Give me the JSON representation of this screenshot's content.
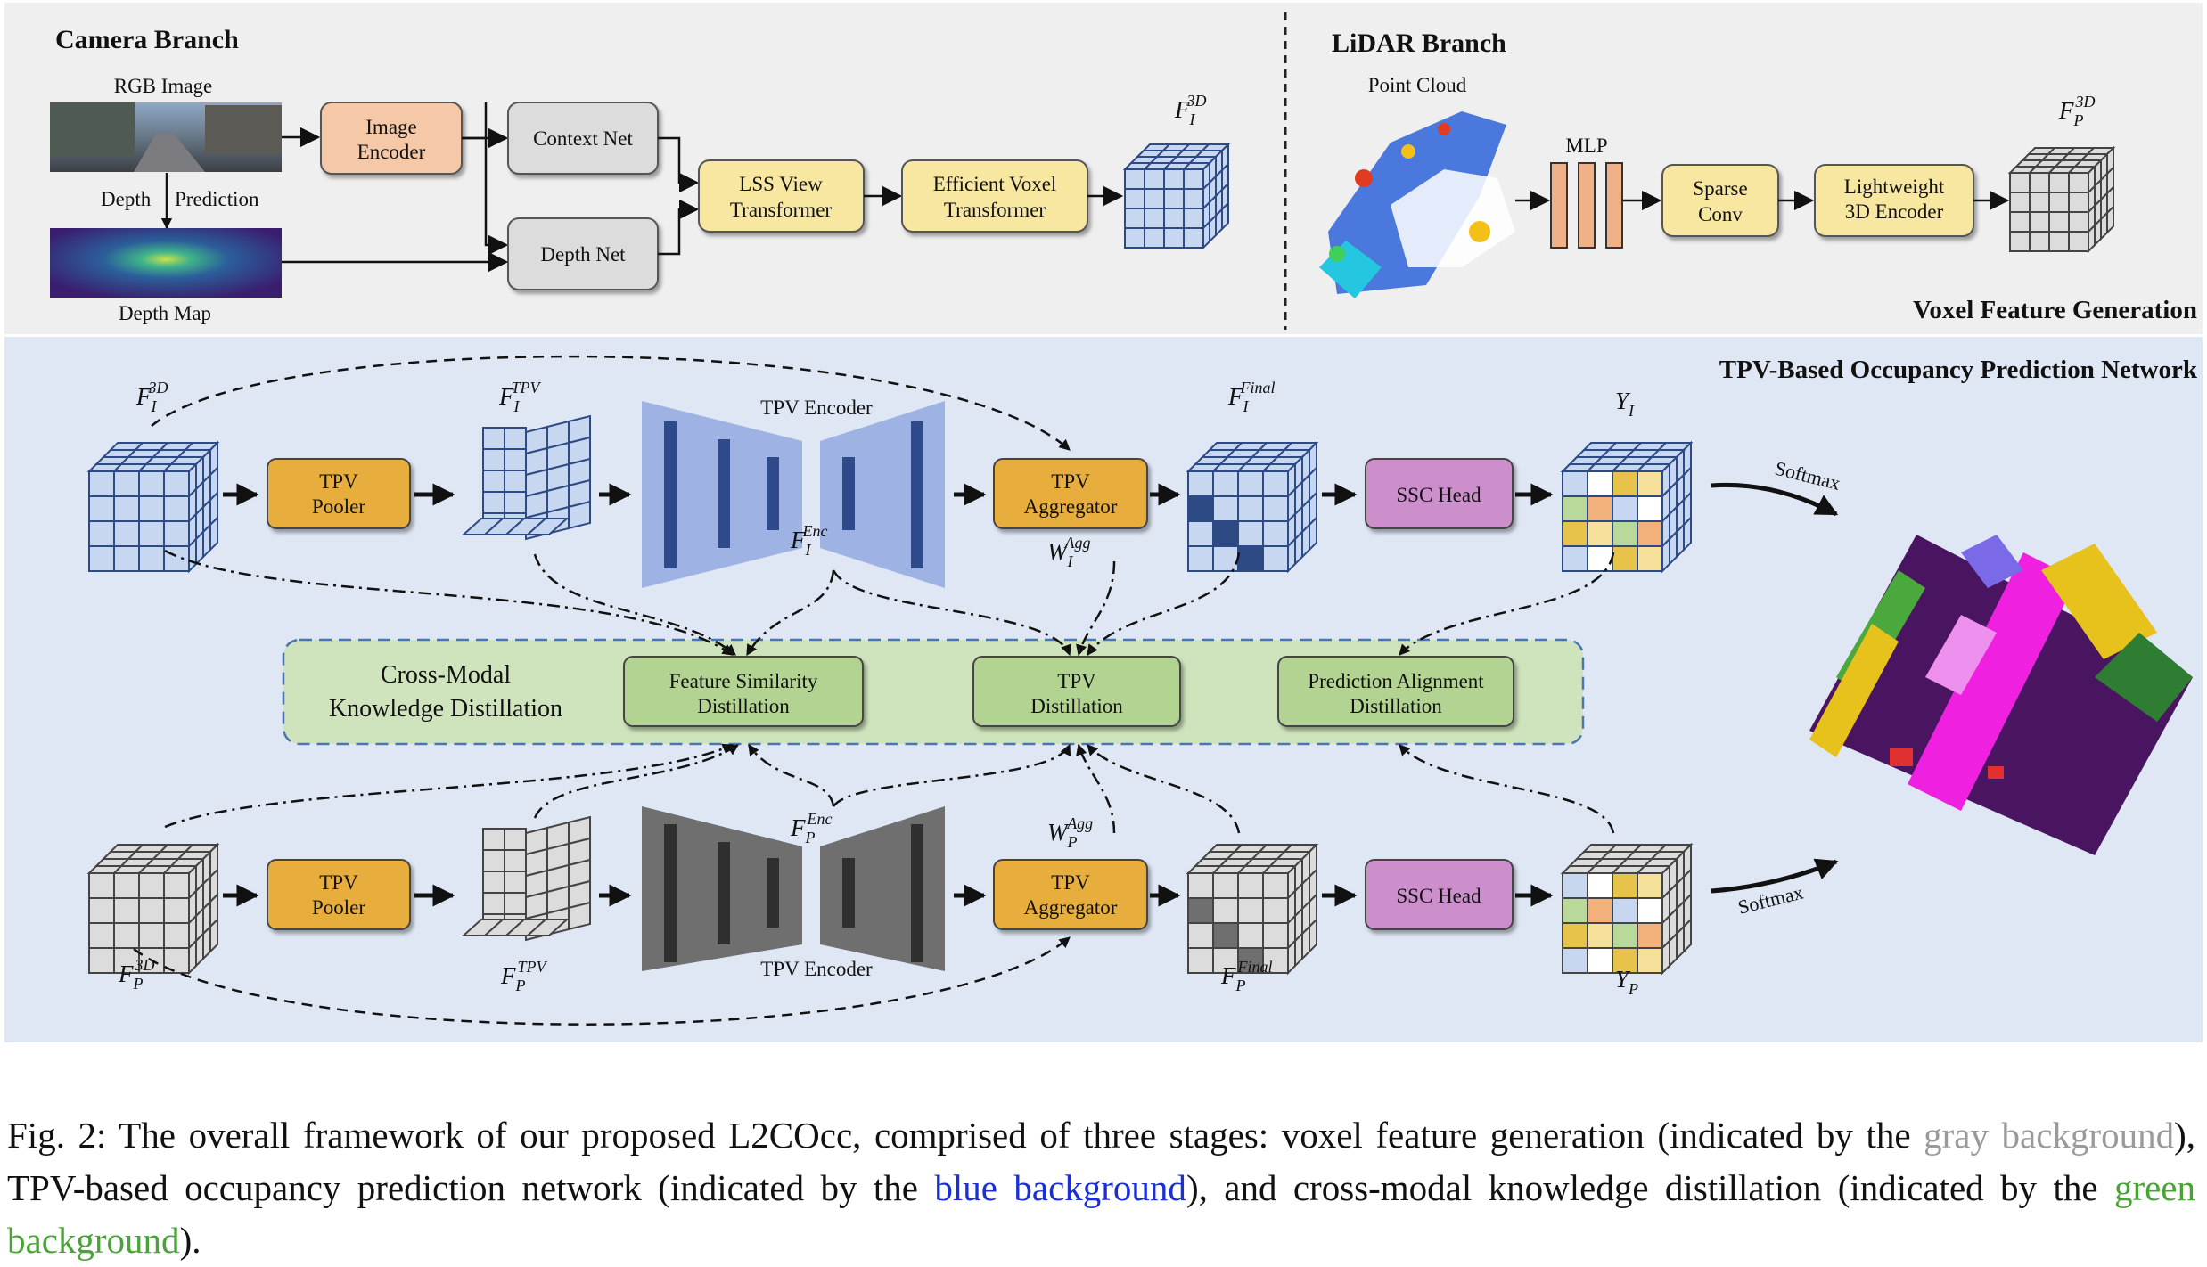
{
  "colors": {
    "top_bg": "#efefef",
    "main_bg": "#dfe7f5",
    "green_panel": "#cfe4bd",
    "box_peach": "#f5c9a8",
    "box_gray": "#dcdcdc",
    "box_yellow": "#f7e7a1",
    "box_orange": "#e8ae3e",
    "box_green": "#b2d392",
    "box_purple": "#cc8fcc",
    "encoder_blue": "#9eb3e3",
    "encoder_gray": "#6f6f6f",
    "caption_gray": "#9a9a9a",
    "caption_blue": "#1a2fd6",
    "caption_green": "#4aa336"
  },
  "camera": {
    "title": "Camera Branch",
    "rgb_label": "RGB Image",
    "depth_pred_a": "Depth",
    "depth_pred_b": "Prediction",
    "depth_map_label": "Depth Map",
    "image_encoder": [
      "Image",
      "Encoder"
    ],
    "context_net": "Context Net",
    "depth_net": "Depth Net",
    "lss": [
      "LSS View",
      "Transformer"
    ],
    "evt": [
      "Efficient Voxel",
      "Transformer"
    ],
    "feat_main": "F",
    "feat_sub": "I",
    "feat_sup": "3D"
  },
  "lidar": {
    "title": "LiDAR Branch",
    "point_cloud": "Point Cloud",
    "mlp": "MLP",
    "sparse_conv": [
      "Sparse",
      "Conv"
    ],
    "lw_encoder": [
      "Lightweight",
      "3D Encoder"
    ],
    "feat_main": "F",
    "feat_sub": "P",
    "feat_sup": "3D"
  },
  "voxel_title": "Voxel Feature Generation",
  "tpv_title": "TPV-Based Occupancy Prediction Network",
  "camera_row": {
    "f3d": {
      "m": "F",
      "sub": "I",
      "sup": "3D"
    },
    "pooler": [
      "TPV",
      "Pooler"
    ],
    "ftpv": {
      "m": "F",
      "sub": "I",
      "sup": "TPV"
    },
    "encoder_label": "TPV Encoder",
    "fenc": {
      "m": "F",
      "sub": "I",
      "sup": "Enc"
    },
    "aggregator": [
      "TPV",
      "Aggregator"
    ],
    "wagg": {
      "m": "W",
      "sub": "I",
      "sup": "Agg"
    },
    "ffinal": {
      "m": "F",
      "sub": "I",
      "sup": "Final"
    },
    "ssc": "SSC Head",
    "y": {
      "m": "Y",
      "sub": "I"
    },
    "softmax": "Softmax"
  },
  "lidar_row": {
    "f3d": {
      "m": "F",
      "sub": "P",
      "sup": "3D"
    },
    "pooler": [
      "TPV",
      "Pooler"
    ],
    "ftpv": {
      "m": "F",
      "sub": "P",
      "sup": "TPV"
    },
    "encoder_label": "TPV Encoder",
    "fenc": {
      "m": "F",
      "sub": "P",
      "sup": "Enc"
    },
    "aggregator": [
      "TPV",
      "Aggregator"
    ],
    "wagg": {
      "m": "W",
      "sub": "P",
      "sup": "Agg"
    },
    "ffinal": {
      "m": "F",
      "sub": "P",
      "sup": "Final"
    },
    "ssc": "SSC Head",
    "y": {
      "m": "Y",
      "sub": "P"
    },
    "softmax": "Softmax"
  },
  "distill": {
    "title": [
      "Cross-Modal",
      "Knowledge  Distillation"
    ],
    "fsd": [
      "Feature Similarity",
      "Distillation"
    ],
    "tpvd": [
      "TPV",
      "Distillation"
    ],
    "pad": [
      "Prediction Alignment",
      "Distillation"
    ]
  },
  "caption": {
    "p1": "Fig. 2: The overall framework of our proposed L2COcc, comprised of three stages: voxel feature generation (indicated by the ",
    "gray": "gray background",
    "p2": "), TPV-based occupancy prediction network (indicated by the ",
    "blue": "blue background",
    "p3": "), and cross-modal knowledge distillation (indicated by the ",
    "green": "green background",
    "p4": ")."
  }
}
